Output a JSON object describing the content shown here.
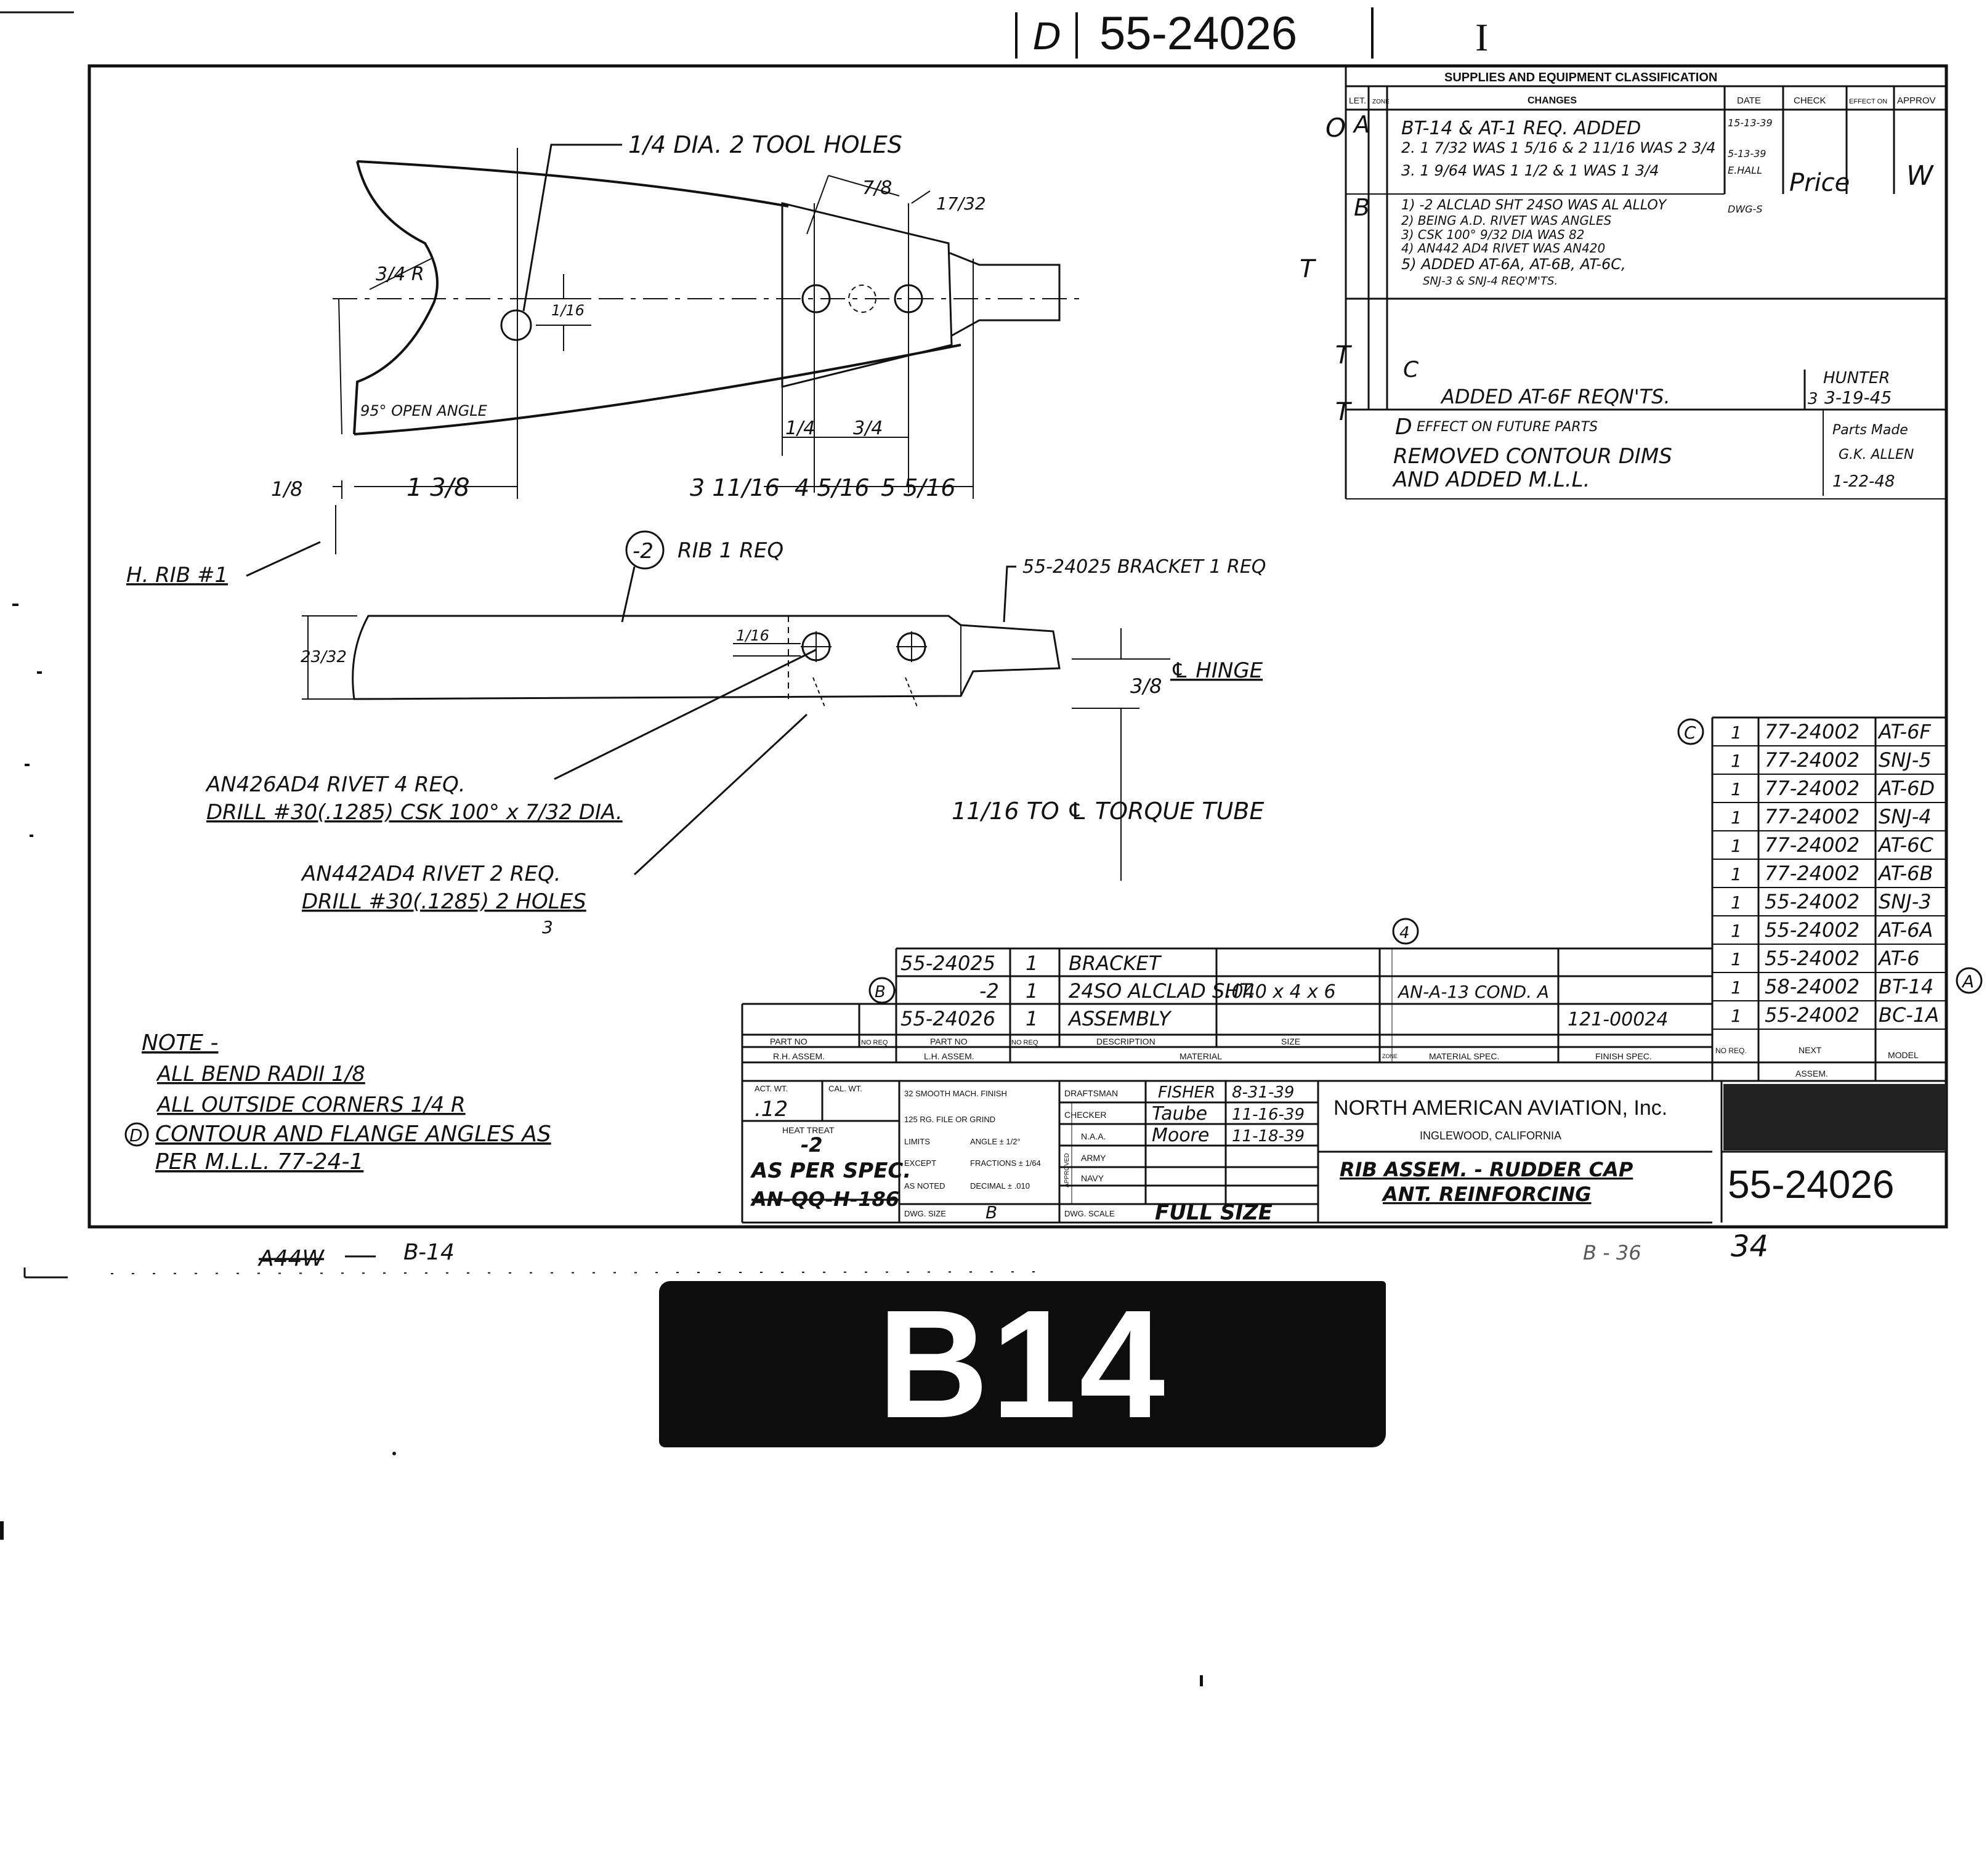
{
  "header": {
    "rev": "D",
    "number": "55-24026",
    "class_mark": "I"
  },
  "revisions": {
    "title": "SUPPLIES AND EQUIPMENT CLASSIFICATION",
    "col_let": "LET.",
    "col_zone": "ZONE",
    "col_changes": "CHANGES",
    "col_date": "DATE",
    "col_check": "CHECK",
    "col_effect": "EFFECT ON",
    "col_approv": "APPROV",
    "a_let": "A",
    "a_line1": "BT-14 & AT-1 REQ. ADDED",
    "a_line2": "2. 1 7/32 WAS 1 5/16 & 2 11/16 WAS 2 3/4",
    "a_line3": "3. 1 9/64 WAS 1 1/2 & 1 WAS 1 3/4",
    "a_date": "15-13-39",
    "a_date2": "5-13-39",
    "a_who": "E.HALL",
    "a_check": "Price",
    "a_approv": "W",
    "b_let": "B",
    "b_line1": "1) -2 ALCLAD SHT 24SO WAS AL ALLOY",
    "b_line2": "2) BEING A.D. RIVET WAS ANGLES",
    "b_line3": "3) CSK 100° 9/32 DIA WAS 82",
    "b_line4": "4) AN442 AD4 RIVET WAS AN420",
    "b_line5": "5) ADDED AT-6A, AT-6B, AT-6C,",
    "b_line6": "SNJ-3 & SNJ-4 REQ'M'TS.",
    "b_date": "DWG-S",
    "c_let": "C",
    "c_text": "ADDED AT-6F REQN'TS.",
    "c_zone": "3",
    "c_who": "HUNTER",
    "c_date": "3-19-45",
    "d_let": "D",
    "d_effect": "EFFECT ON FUTURE PARTS",
    "d_line1": "REMOVED CONTOUR DIMS",
    "d_line2": "AND ADDED M.L.L.",
    "d_parts": "Parts Made",
    "d_who": "G.K. ALLEN",
    "d_date": "1-22-48"
  },
  "plan_view": {
    "tool_holes": "1/4 DIA. 2 TOOL HOLES",
    "radius": "3/4 R",
    "open_angle": "95° OPEN ANGLE",
    "dim_sixteenth": "1/16",
    "dim_seven_eighths": "7/8",
    "dim_seventeen_32": "17/32",
    "dim_quarter": "1/4",
    "dim_three_quarter": "3/4",
    "dim_eighth": "1/8",
    "dim_1_3_8": "1 3/8",
    "dim_3_11_16": "3 11/16",
    "dim_4_5_16": "4 5/16",
    "dim_5_5_16": "5 5/16",
    "h_rib": "H. RIB #1"
  },
  "side_view": {
    "rib_callout": "-2",
    "rib_label": "RIB 1 REQ",
    "bracket_label": "55-24025 BRACKET 1 REQ",
    "dim_23_32": "23/32",
    "dim_sixteenth": "1/16",
    "dim_3_8": "3/8",
    "hinge": "℄ HINGE",
    "torque": "11/16 TO ℄ TORQUE TUBE",
    "rivet1_line1": "AN426AD4 RIVET 4 REQ.",
    "rivet1_line2": "DRILL #30(.1285) CSK 100° x 7/32 DIA.",
    "rivet2_line1": "AN442AD4 RIVET 2 REQ.",
    "rivet2_line2": "DRILL #30(.1285) 2 HOLES",
    "rivet2_mark": "3"
  },
  "notes": {
    "title": "NOTE -",
    "line1": "ALL BEND RADII 1/8",
    "line2": "ALL OUTSIDE CORNERS 1/4 R",
    "line3_mark": "D",
    "line3": "CONTOUR AND FLANGE ANGLES AS",
    "line4": "PER M.L.L. 77-24-1"
  },
  "usage": {
    "mark_c": "C",
    "mark_a": "A",
    "rows": [
      {
        "qty": "1",
        "assem": "77-24002",
        "model": "AT-6F"
      },
      {
        "qty": "1",
        "assem": "77-24002",
        "model": "SNJ-5"
      },
      {
        "qty": "1",
        "assem": "77-24002",
        "model": "AT-6D"
      },
      {
        "qty": "1",
        "assem": "77-24002",
        "model": "SNJ-4"
      },
      {
        "qty": "1",
        "assem": "77-24002",
        "model": "AT-6C"
      },
      {
        "qty": "1",
        "assem": "77-24002",
        "model": "AT-6B"
      },
      {
        "qty": "1",
        "assem": "55-24002",
        "model": "SNJ-3"
      },
      {
        "qty": "1",
        "assem": "55-24002",
        "model": "AT-6A"
      },
      {
        "qty": "1",
        "assem": "55-24002",
        "model": "AT-6"
      },
      {
        "qty": "1",
        "assem": "58-24002",
        "model": "BT-14"
      },
      {
        "qty": "1",
        "assem": "55-24002",
        "model": "BC-1A"
      }
    ],
    "hdr_no_req": "NO REQ.",
    "hdr_next": "NEXT",
    "hdr_assem": "ASSEM.",
    "hdr_model": "MODEL"
  },
  "parts_list": {
    "mark_4": "4",
    "mark_b": "B",
    "rows": [
      {
        "part": "55-24025",
        "req": "1",
        "desc": "BRACKET",
        "size": "",
        "matl": "",
        "finish": ""
      },
      {
        "part": "-2",
        "req": "1",
        "desc": "24SO ALCLAD SHT.",
        "size": ".040 x 4 x 6",
        "matl": "AN-A-13 COND. A",
        "finish": ""
      },
      {
        "part": "55-24026",
        "req": "1",
        "desc": "ASSEMBLY",
        "size": "",
        "matl": "",
        "finish": "121-00024"
      }
    ],
    "hdr_part_no": "PART NO",
    "hdr_no_req": "NO REQ",
    "hdr_part_no2": "PART NO",
    "hdr_no_req2": "NO REQ",
    "hdr_desc": "DESCRIPTION",
    "hdr_size": "SIZE",
    "hdr_rh": "R.H. ASSEM.",
    "hdr_lh": "L.H. ASSEM.",
    "hdr_material": "MATERIAL",
    "hdr_zone": "ZONE",
    "hdr_matl_spec": "MATERIAL SPEC.",
    "hdr_finish_spec": "FINISH SPEC."
  },
  "title_block": {
    "act_wt": "ACT. WT.",
    "cal_wt": "CAL. WT.",
    "weight": ".12",
    "heat_treat": "HEAT TREAT",
    "heat_dash": "-2",
    "spec1": "AS PER SPEC.",
    "spec2": "AN-QQ-H-186",
    "finish1": "32 SMOOTH MACH. FINISH",
    "finish2": "125 RG. FILE OR GRIND",
    "limits": "LIMITS",
    "except": "EXCEPT",
    "as_noted": "AS NOTED",
    "angle": "ANGLE ± 1/2°",
    "fractions": "FRACTIONS ± 1/64",
    "decimal": "DECIMAL ± .010",
    "dwg_size_lbl": "DWG. SIZE",
    "dwg_size": "B",
    "draftsman_lbl": "DRAFTSMAN",
    "draftsman": "FISHER",
    "draftsman_date": "8-31-39",
    "checker_lbl": "CHECKER",
    "checker": "Taube",
    "checker_date": "11-16-39",
    "naa_lbl": "N.A.A.",
    "naa": "Moore",
    "naa_date": "11-18-39",
    "army_lbl": "ARMY",
    "navy_lbl": "NAVY",
    "approved_lbl": "APPROVED",
    "scale_lbl": "DWG. SCALE",
    "scale": "FULL SIZE",
    "company": "NORTH AMERICAN AVIATION, Inc.",
    "location": "INGLEWOOD, CALIFORNIA",
    "title1": "RIB ASSEM. - RUDDER CAP",
    "title2": "ANT. REINFORCING",
    "dwg_no": "55-24026"
  },
  "bottom": {
    "strike": "A44W",
    "left_note": "B-14",
    "right_note": "B - 36",
    "right_num": "34",
    "stamp": "B14"
  },
  "margin_marks": {
    "o": "O",
    "t1": "T",
    "t2": "T",
    "t3": "T"
  }
}
